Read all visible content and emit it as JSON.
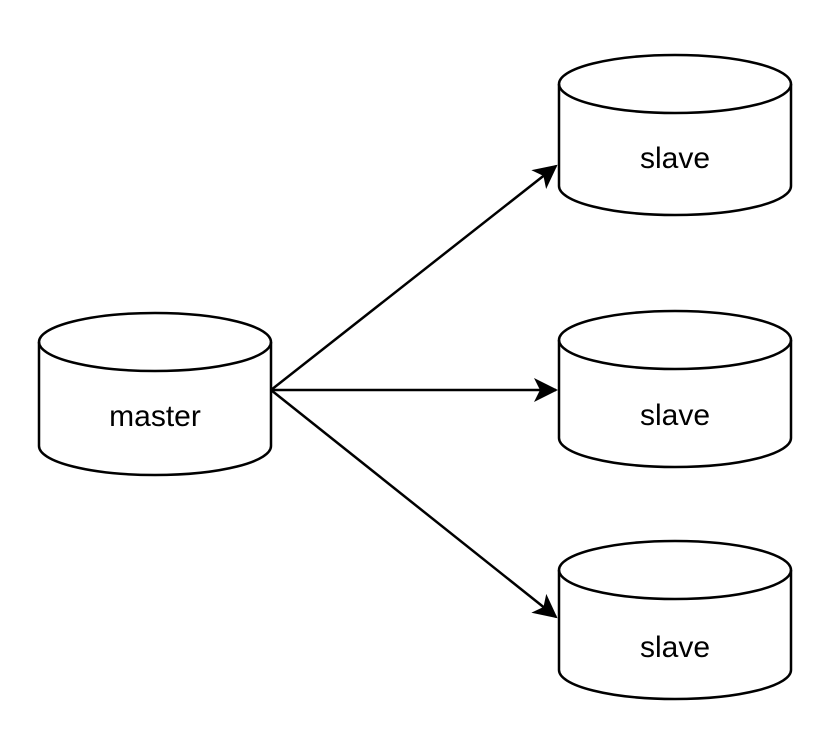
{
  "diagram": {
    "colors": {
      "stroke": "#000000",
      "fill": "#ffffff",
      "text": "#000000"
    },
    "nodes": {
      "master": {
        "label": "master",
        "shape": "cylinder-icon"
      },
      "slave_1": {
        "label": "slave",
        "shape": "cylinder-icon"
      },
      "slave_2": {
        "label": "slave",
        "shape": "cylinder-icon"
      },
      "slave_3": {
        "label": "slave",
        "shape": "cylinder-icon"
      }
    },
    "edges": [
      {
        "from": "master",
        "to": "slave_1"
      },
      {
        "from": "master",
        "to": "slave_2"
      },
      {
        "from": "master",
        "to": "slave_3"
      }
    ]
  }
}
